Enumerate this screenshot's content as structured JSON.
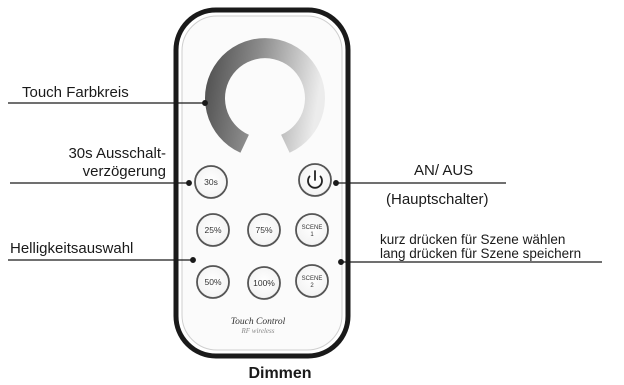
{
  "remote": {
    "buttons": {
      "timer": "30s",
      "b25": "25%",
      "b75": "75%",
      "b50": "50%",
      "b100": "100%",
      "scene1_top": "SCENE",
      "scene1_bottom": "1",
      "scene2_top": "SCENE",
      "scene2_bottom": "2"
    },
    "brand": "Touch Control",
    "brand_sub": "RF wireless"
  },
  "labels": {
    "color_wheel": "Touch Farbkreis",
    "timer_line1": "30s Ausschalt-",
    "timer_line2": "verzögerung",
    "brightness": "Helligkeitsauswahl",
    "power": "AN/ AUS",
    "power_sub": "(Hauptschalter)",
    "scene_short": "kurz drücken für Szene wählen",
    "scene_long": "lang drücken für Szene speichern"
  },
  "caption": "Dimmen",
  "icons": {
    "power": "power-icon"
  },
  "colors": {
    "wheel_dark": "#4a4a4a",
    "wheel_light": "#e8e8e8",
    "outline": "#1a1a1a"
  }
}
